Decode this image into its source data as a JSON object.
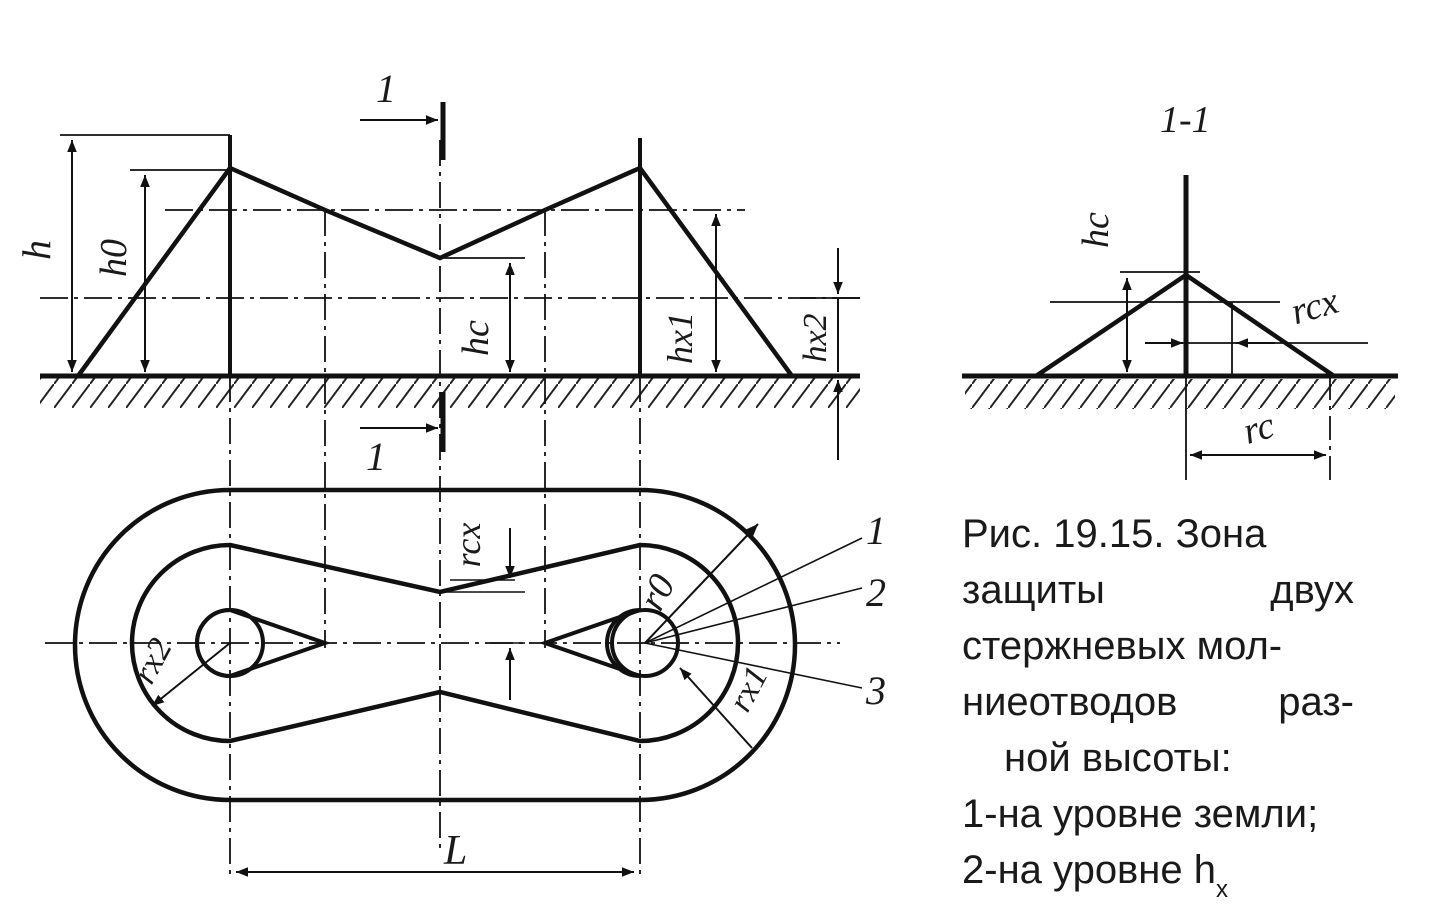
{
  "section_title": "1-1",
  "labels": {
    "h": "h",
    "h0": "h0",
    "hc": "hc",
    "hx1": "hx1",
    "hx2": "hx2",
    "rcx": "rcx",
    "rc": "rc",
    "r0": "r0",
    "rx1": "rx1",
    "rx2": "rx2",
    "L": "L",
    "cut1": "1",
    "zone1": "1",
    "zone2": "2",
    "zone3": "3"
  },
  "caption": {
    "line1": "Рис.  19.15. Зона",
    "line2a": "защиты",
    "line2b": "двух",
    "line3": "стержневых мол-",
    "line4a": "ниеотводов",
    "line4b": "раз-",
    "line5": "ной высоты:",
    "line6": "1-на уровне земли;",
    "line7": "2-на уровне h",
    "line7_sub": "x"
  }
}
